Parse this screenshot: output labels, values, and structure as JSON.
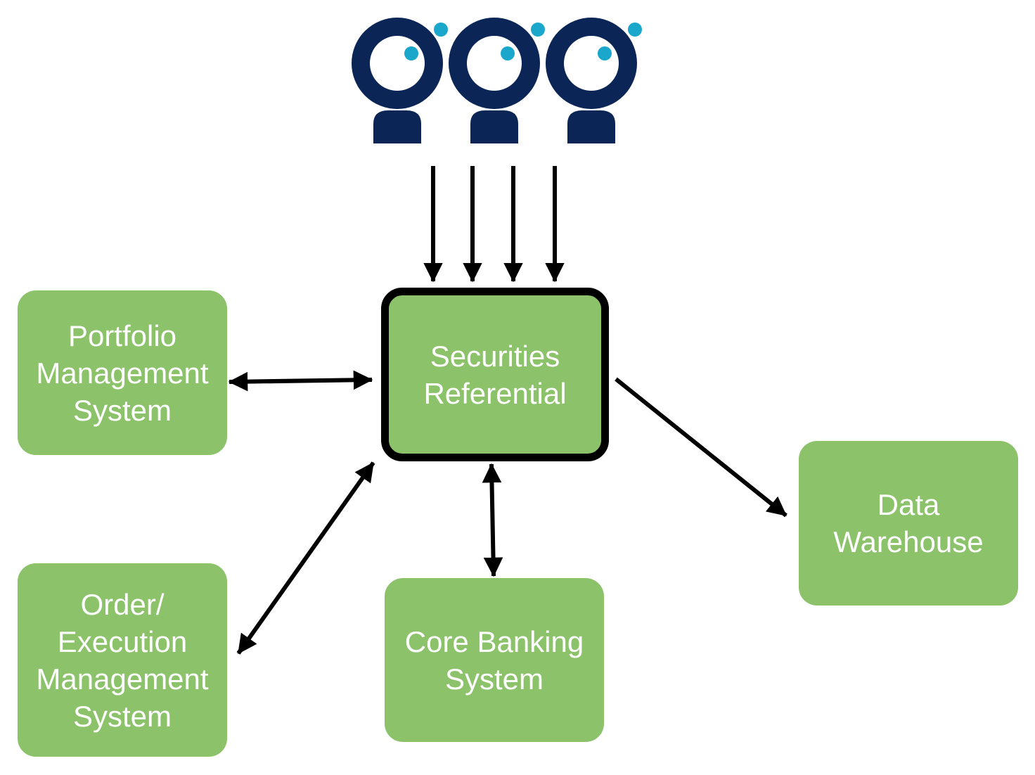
{
  "colors": {
    "node_fill": "#8bc26a",
    "node_text": "#ffffff",
    "hub_border": "#000000",
    "arrow": "#000000",
    "icon_dark": "#0b2656",
    "icon_accent": "#1aa7cb"
  },
  "icons": [
    "user-group-icon"
  ],
  "nodes": {
    "hub": {
      "lines": [
        "Securities",
        "Referential"
      ]
    },
    "portfolio": {
      "lines": [
        "Portfolio",
        "Management",
        "System"
      ]
    },
    "order": {
      "lines": [
        "Order/",
        "Execution",
        "Management",
        "System"
      ]
    },
    "core": {
      "lines": [
        "Core Banking",
        "System"
      ]
    },
    "warehouse": {
      "lines": [
        "Data",
        "Warehouse"
      ]
    }
  },
  "edges": [
    {
      "from": "users",
      "to": "hub",
      "direction": "forward",
      "count": 4
    },
    {
      "from": "portfolio",
      "to": "hub",
      "direction": "both"
    },
    {
      "from": "order",
      "to": "hub",
      "direction": "both"
    },
    {
      "from": "core",
      "to": "hub",
      "direction": "both"
    },
    {
      "from": "hub",
      "to": "warehouse",
      "direction": "forward"
    }
  ]
}
